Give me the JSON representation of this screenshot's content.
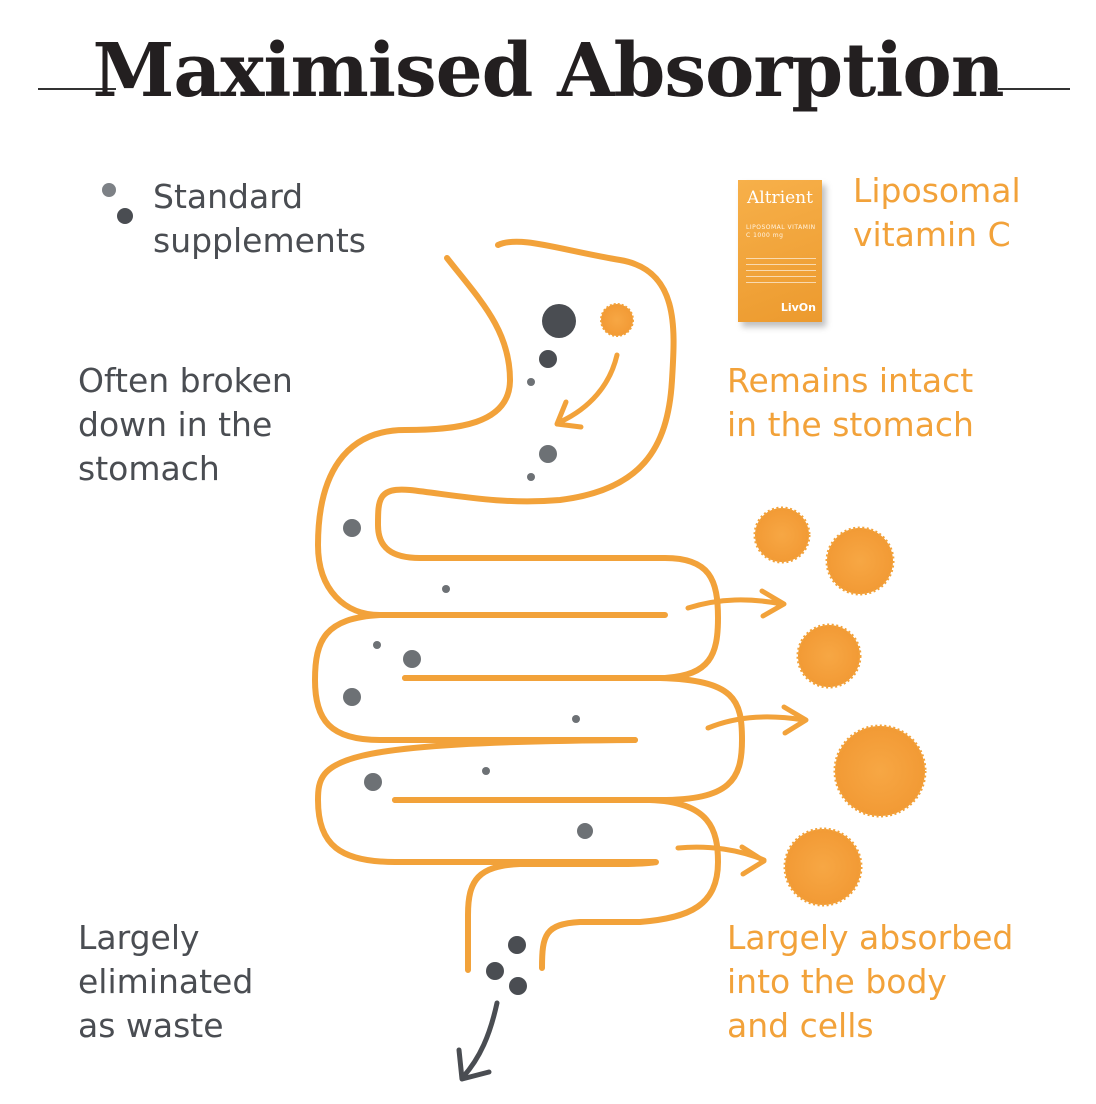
{
  "title": "Maximised Absorption",
  "legend": {
    "standard_line1": "Standard",
    "standard_line2": "supplements",
    "liposomal_line1": "Liposomal",
    "liposomal_line2": "vitamin C"
  },
  "product": {
    "brand": "Altrient",
    "name": "LIPOSOMAL VITAMIN C 1000 mg",
    "maker": "LivOn"
  },
  "labels": {
    "broken_1": "Often broken",
    "broken_2": "down in the",
    "broken_3": "stomach",
    "intact_1": "Remains intact",
    "intact_2": "in the stomach",
    "waste_1": "Largely",
    "waste_2": "eliminated",
    "waste_3": "as waste",
    "absorbed_1": "Largely absorbed",
    "absorbed_2": "into the body",
    "absorbed_3": "and cells"
  },
  "colors": {
    "orange": "#f2a23a",
    "grey_dark": "#4a4d52",
    "grey_mid": "#808488"
  }
}
